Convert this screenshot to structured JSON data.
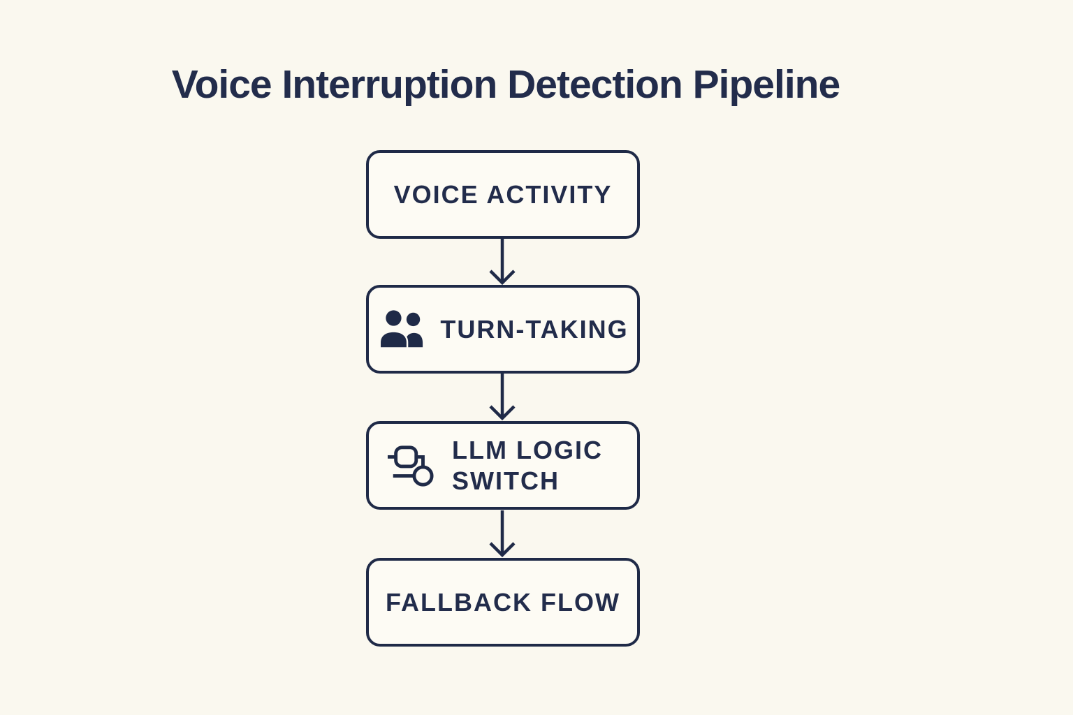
{
  "title": "Voice Interruption Detection Pipeline",
  "colors": {
    "navy": "#1F2A47",
    "page_background": "#FAF8EF",
    "box_fill": "#FDFBF4"
  },
  "pipeline": {
    "direction": "top-to-bottom",
    "connector": "arrow-down",
    "nodes": [
      {
        "label": "VOICE ACTIVITY",
        "icon": null
      },
      {
        "label": "TURN-TAKING",
        "icon": "people-icon"
      },
      {
        "label": "LLM LOGIC SWITCH",
        "icon": "flow-branch-icon"
      },
      {
        "label": "FALLBACK FLOW",
        "icon": null
      }
    ]
  }
}
